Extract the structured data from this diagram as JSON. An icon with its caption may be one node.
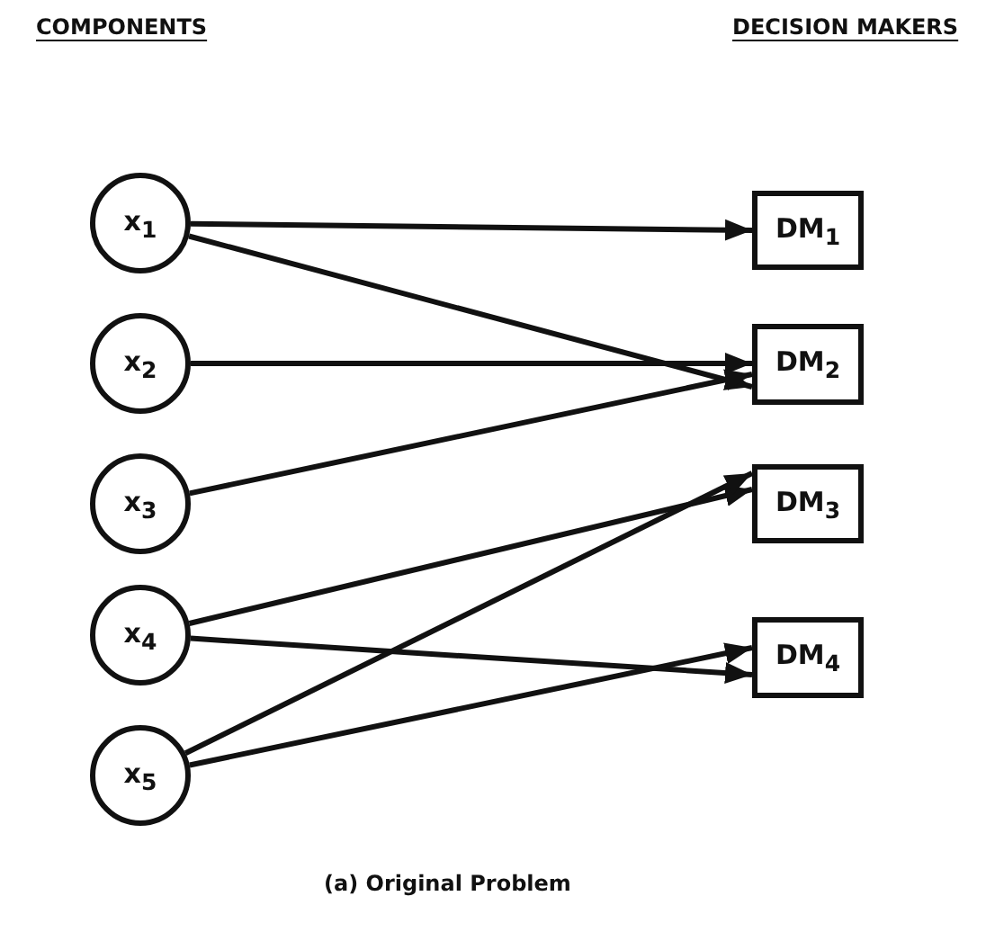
{
  "diagram": {
    "caption": "(a) Original Problem",
    "nodes": [
      {
        "text": [
          "x$_{1}$"
        ]
      },
      {
        "text": [
          "x$_{2}$"
        ]
      },
      {
        "text": [
          "x$_{3}$"
        ]
      },
      {
        "text": [
          "x$_{4}$"
        ]
      },
      {
        "text": [
          "x$_{5}$"
        ]
      },
      {
        "text": [
          "DM$_{1}$"
        ]
      },
      {
        "text": [
          "DM$_{2}$"
        ]
      },
      {
        "text": [
          "DM$_{3}$"
        ]
      },
      {
        "text": [
          "DM$_{4}$"
        ]
      }
    ],
    "edges": [
      {
        "from": 0,
        "to": 5,
        "arrow": "to"
      },
      {
        "from": 0,
        "to": 6,
        "arrow": "to"
      },
      {
        "from": 1,
        "to": 6,
        "arrow": "to"
      },
      {
        "from": 2,
        "to": 6,
        "arrow": "to"
      },
      {
        "from": 3,
        "to": 7,
        "arrow": "to"
      },
      {
        "from": 3,
        "to": 8,
        "arrow": "to"
      },
      {
        "from": 4,
        "to": 7,
        "arrow": "to"
      },
      {
        "from": 4,
        "to": 8,
        "arrow": "to"
      }
    ],
    "labels": [
      "COMPONENTS",
      "DECISION MAKERS"
    ]
  }
}
